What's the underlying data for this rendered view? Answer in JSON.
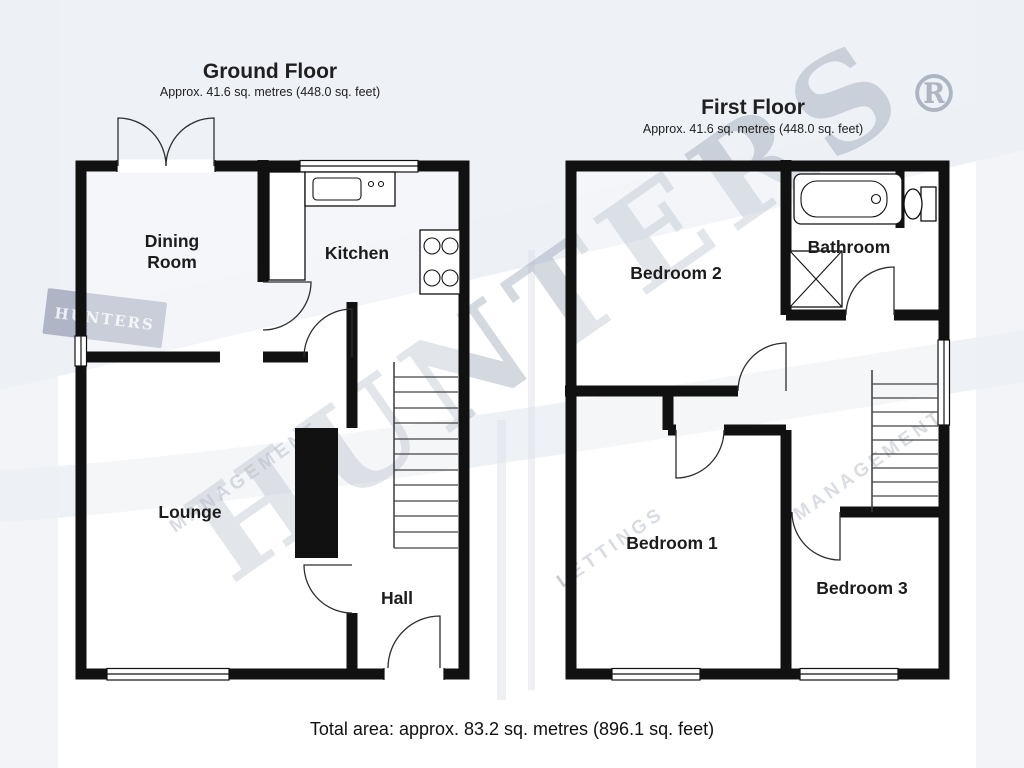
{
  "watermark": {
    "brand": "HUNTERS",
    "registered_symbol": "®",
    "sign_text": "HUNTERS",
    "management_text": "MANAGEMENT",
    "lettings_text": "LETTINGS"
  },
  "ground_floor": {
    "title": "Ground Floor",
    "subtitle": "Approx. 41.6 sq. metres (448.0 sq. feet)",
    "rooms": {
      "dining_line1": "Dining",
      "dining_line2": "Room",
      "kitchen": "Kitchen",
      "lounge": "Lounge",
      "hall": "Hall"
    }
  },
  "first_floor": {
    "title": "First Floor",
    "subtitle": "Approx. 41.6 sq. metres (448.0 sq. feet)",
    "rooms": {
      "bedroom2": "Bedroom 2",
      "bathroom": "Bathroom",
      "bedroom1": "Bedroom 1",
      "bedroom3": "Bedroom 3"
    }
  },
  "footer": {
    "total_area": "Total area: approx. 83.2 sq. metres (896.1 sq. feet)"
  },
  "colors": {
    "wall": "#111111",
    "label": "#1c1c1c",
    "watermark": "#9aa3b5",
    "background": "#ffffff"
  }
}
